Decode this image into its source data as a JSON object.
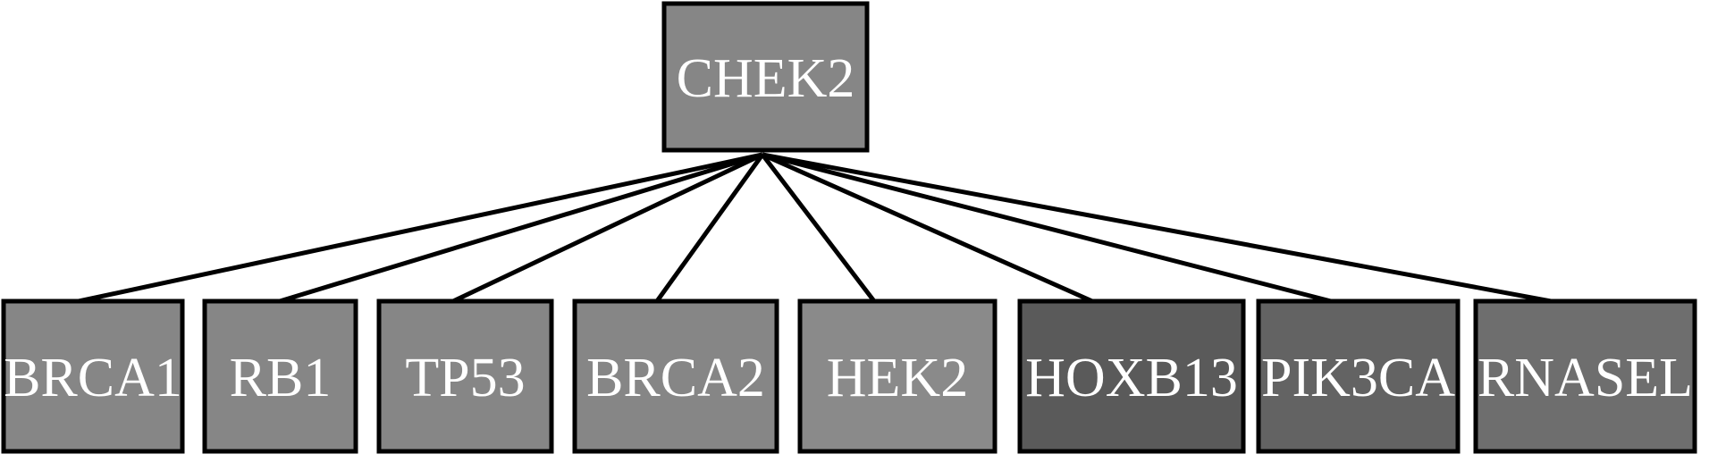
{
  "diagram": {
    "type": "tree",
    "root": {
      "label": "CHEK2",
      "color": "#868686"
    },
    "children": [
      {
        "label": "BRCA1",
        "color": "#868686"
      },
      {
        "label": "RB1",
        "color": "#868686"
      },
      {
        "label": "TP53",
        "color": "#868686"
      },
      {
        "label": "BRCA2",
        "color": "#868686"
      },
      {
        "label": "HEK2",
        "color": "#8a8a8a"
      },
      {
        "label": "HOXB13",
        "color": "#5a5a5a"
      },
      {
        "label": "PIK3CA",
        "color": "#636363"
      },
      {
        "label": "RNASEL",
        "color": "#6e6e6e"
      }
    ],
    "edge_color": "#000000"
  }
}
